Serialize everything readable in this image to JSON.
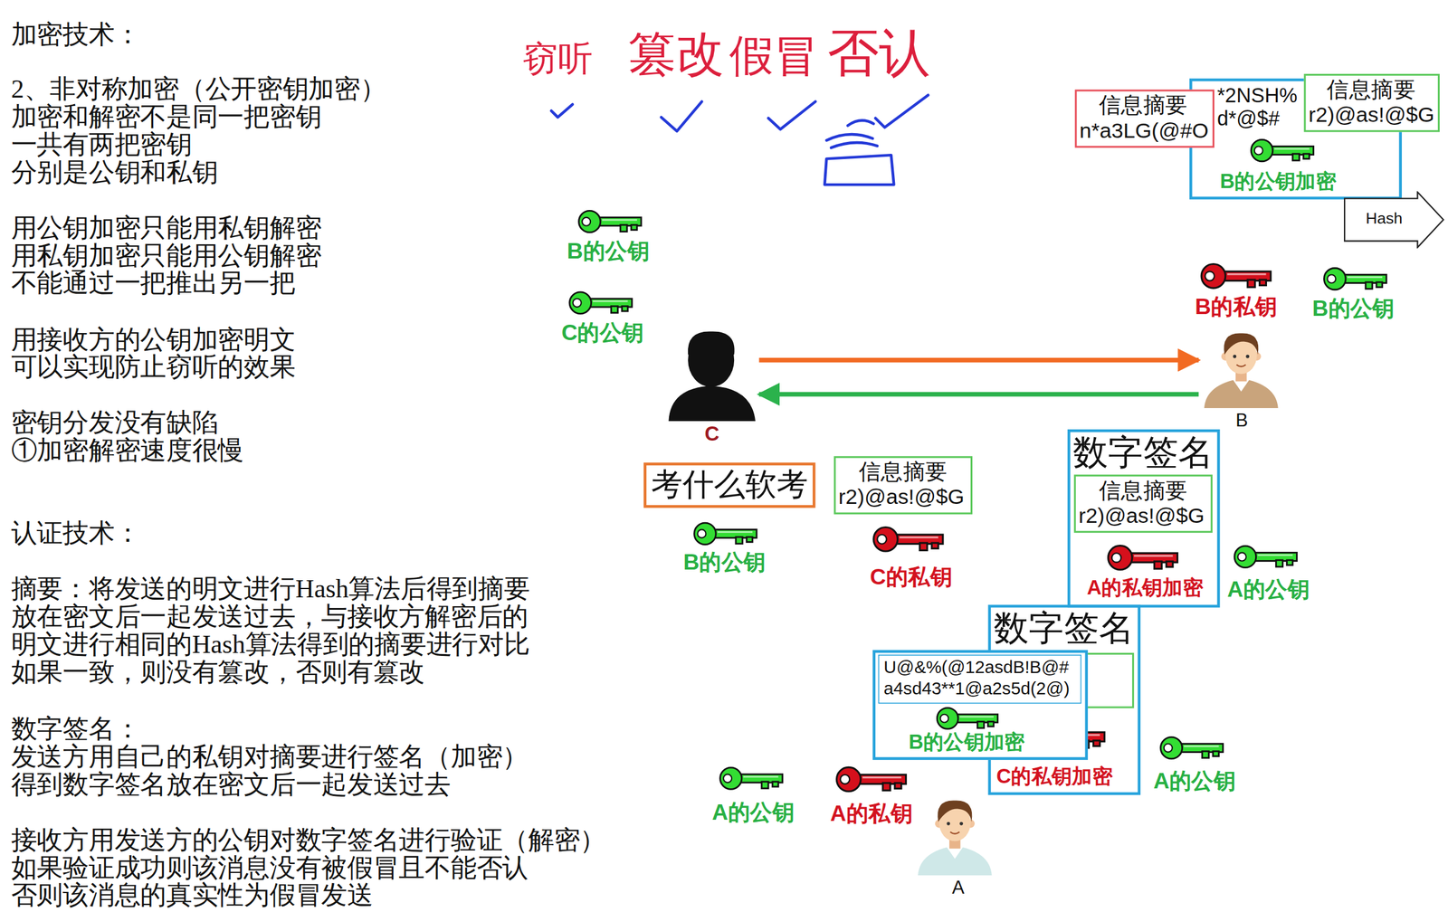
{
  "diagram": {
    "nodes": [
      {
        "text": [
          "信息摘要",
          "n*a3LG(@#O"
        ]
      },
      {
        "text": [
          "*2NSH% d*@$#",
          "B的公钥加密"
        ]
      },
      {
        "text": [
          "信息摘要",
          "r2)@as!@$G"
        ]
      },
      {
        "text": [
          "Hash"
        ]
      },
      {
        "text": [
          "C"
        ]
      },
      {
        "text": [
          "B"
        ]
      },
      {
        "text": [
          "考什么软考"
        ]
      },
      {
        "text": [
          "信息摘要",
          "r2)@as!@$G"
        ]
      },
      {
        "text": [
          "数字签名",
          "A的私钥加密"
        ]
      },
      {
        "text": [
          "信息摘要",
          "r2)@as!@$G"
        ],
        "in": 8
      },
      {
        "text": [
          "数字签名",
          "C的私钥加密"
        ]
      },
      {
        "text": [
          "B的公钥加密"
        ]
      },
      {
        "text": [
          "U@&%(@12asdB!B@# a4sd43**1@a2s5d(2@)"
        ],
        "in": 11
      },
      {
        "text": [
          "A"
        ]
      }
    ],
    "edges": [
      {
        "from": 4,
        "to": 5,
        "arrow": "to"
      },
      {
        "from": 5,
        "to": 4,
        "arrow": "to"
      }
    ],
    "labels": [
      "加密技术：",
      "2、非对称加密（公开密钥加密）",
      "加密和解密不是同一把密钥",
      "一共有两把密钥",
      "分别是公钥和私钥",
      "用公钥加密只能用私钥解密",
      "用私钥加密只能用公钥解密",
      "不能通过一把推出另一把",
      "用接收方的公钥加密明文",
      "可以实现防止窃听的效果",
      "密钥分发没有缺陷",
      "①加密解密速度很慢",
      "认证技术：",
      "摘要：将发送的明文进行Hash算法后得到摘要",
      "放在密文后一起发送过去，与接收方解密后的",
      "明文进行相同的Hash算法得到的摘要进行对比",
      "如果一致，则没有篡改，否则有篡改",
      "数字签名：",
      "发送方用自己的私钥对摘要进行签名（加密）",
      "得到数字签名放在密文后一起发送过去",
      "接收方用发送方的公钥对数字签名进行验证（解密）",
      "如果验证成功则该消息没有被假冒且不能否认",
      "否则该消息的真实性为假冒发送",
      "窃听",
      "篡改",
      "假冒",
      "否认",
      "B的公钥",
      "C的公钥",
      "B的私钥",
      "B的公钥",
      "B的公钥",
      "C的私钥",
      "A的公钥",
      "A的公钥",
      "A的公钥",
      "A的私钥"
    ]
  }
}
